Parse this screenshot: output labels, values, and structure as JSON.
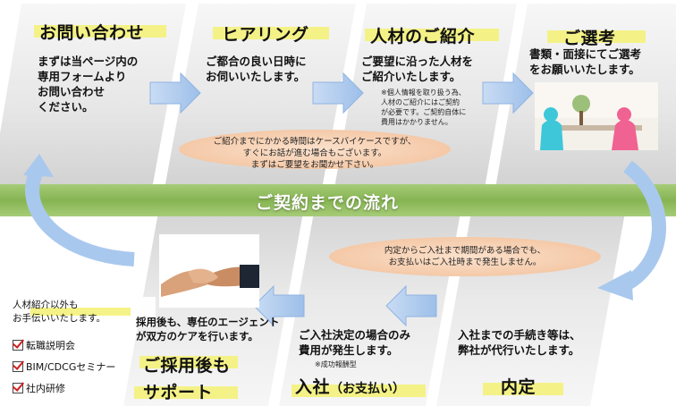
{
  "colors": {
    "highlight": "#f4f27a",
    "band": "#8dbb5a",
    "arrow": "#a9c8ee",
    "oval": "#f7d3b7"
  },
  "steps_top": [
    {
      "title": "お問い合わせ",
      "body": "まずは当ページ内の\n専用フォームより\nお問い合わせ\nください。"
    },
    {
      "title": "ヒアリング",
      "body": "ご都合の良い日時に\nお伺いいたします。"
    },
    {
      "title": "人材のご紹介",
      "body": "ご要望に沿った人材を\nご紹介いたします。",
      "note": "※個人情報を取り扱う為、\n人材のご紹介にはご契約\nが必要です。ご契約自体に\n費用はかかりません。"
    },
    {
      "title": "ご選考",
      "body": "書類・面接にてご選考\nをお願いいたします。"
    }
  ],
  "steps_bottom": [
    {
      "title": "ご採用後も\nサポート",
      "body": "採用後も、専任のエージェント\nが双方のケアを行います。"
    },
    {
      "title": "入社",
      "title_suffix": "（お支払い）",
      "body": "ご入社決定の場合のみ\n費用が発生します。",
      "note": "※成功報酬型"
    },
    {
      "title": "内定",
      "body": "入社までの手続き等は、\n弊社が代行いたします。"
    }
  ],
  "oval_top": "ご紹介までにかかる時間はケースバイケースですが、\nすぐにお話が進む場合もございます。\nまずはご要望をお聞かせ下さい。",
  "oval_bottom": "内定からご入社まで期間がある場合でも、\nお支払いはご入社時まで発生しません。",
  "band_label": "ご契約までの流れ",
  "side_box": "人材紹介以外も\nお手伝いいたします。",
  "checklist": [
    "転職説明会",
    "BIM/CDCGセミナー",
    "社内研修"
  ]
}
